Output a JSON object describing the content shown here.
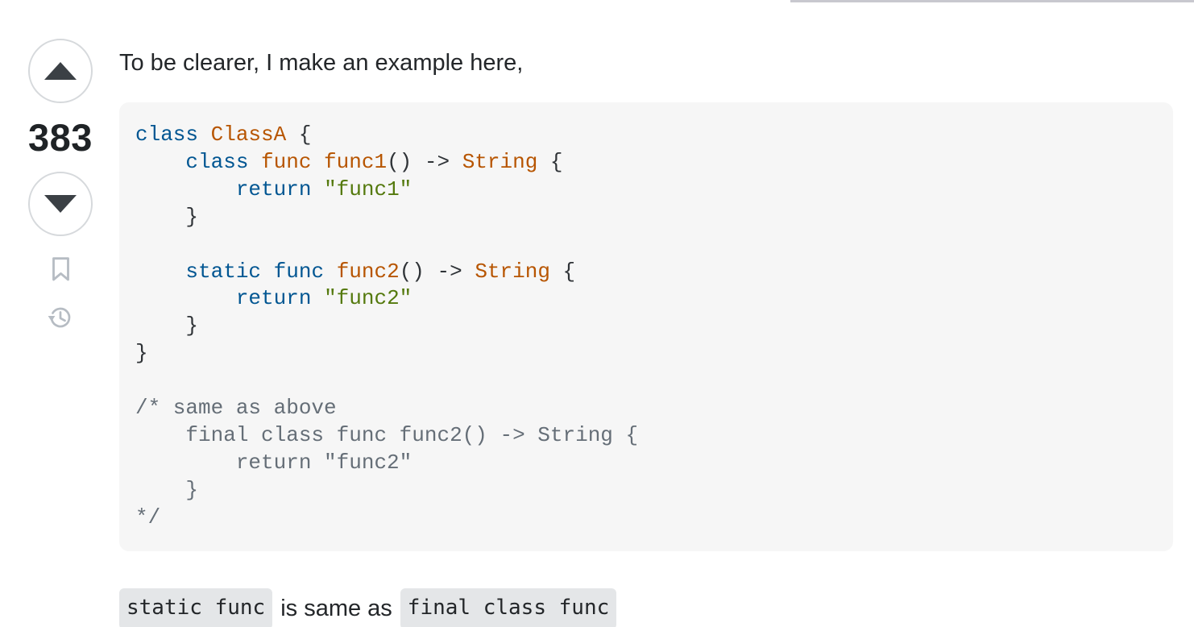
{
  "vote": {
    "count": "383"
  },
  "answer": {
    "intro": "To be clearer, I make an example here,",
    "footer": {
      "code1": "static func",
      "middle": "is same as",
      "code2": "final class func"
    }
  },
  "code_colors": {
    "kw": "#015692",
    "ti": "#b75501",
    "st": "#54790d",
    "cm": "#656e77",
    "pl": "#2f3337"
  },
  "code_lines": [
    [
      {
        "t": "kw",
        "s": "class"
      },
      {
        "t": "pl",
        "s": " "
      },
      {
        "t": "ti",
        "s": "ClassA"
      },
      {
        "t": "pl",
        "s": " {"
      }
    ],
    [
      {
        "t": "pl",
        "s": "    "
      },
      {
        "t": "kw",
        "s": "class"
      },
      {
        "t": "pl",
        "s": " "
      },
      {
        "t": "ti",
        "s": "func func1"
      },
      {
        "t": "pl",
        "s": "() -> "
      },
      {
        "t": "ti",
        "s": "String"
      },
      {
        "t": "pl",
        "s": " {"
      }
    ],
    [
      {
        "t": "pl",
        "s": "        "
      },
      {
        "t": "kw",
        "s": "return"
      },
      {
        "t": "pl",
        "s": " "
      },
      {
        "t": "st",
        "s": "\"func1\""
      }
    ],
    [
      {
        "t": "pl",
        "s": "    }"
      }
    ],
    [],
    [
      {
        "t": "pl",
        "s": "    "
      },
      {
        "t": "kw",
        "s": "static"
      },
      {
        "t": "pl",
        "s": " "
      },
      {
        "t": "kw",
        "s": "func"
      },
      {
        "t": "pl",
        "s": " "
      },
      {
        "t": "ti",
        "s": "func2"
      },
      {
        "t": "pl",
        "s": "() -> "
      },
      {
        "t": "ti",
        "s": "String"
      },
      {
        "t": "pl",
        "s": " {"
      }
    ],
    [
      {
        "t": "pl",
        "s": "        "
      },
      {
        "t": "kw",
        "s": "return"
      },
      {
        "t": "pl",
        "s": " "
      },
      {
        "t": "st",
        "s": "\"func2\""
      }
    ],
    [
      {
        "t": "pl",
        "s": "    }"
      }
    ],
    [
      {
        "t": "pl",
        "s": "}"
      }
    ],
    [],
    [
      {
        "t": "cm",
        "s": "/* same as above"
      }
    ],
    [
      {
        "t": "cm",
        "s": "    final class func func2() -> String {"
      }
    ],
    [
      {
        "t": "cm",
        "s": "        return \"func2\""
      }
    ],
    [
      {
        "t": "cm",
        "s": "    }"
      }
    ],
    [
      {
        "t": "cm",
        "s": "*/"
      }
    ]
  ],
  "icons": {
    "upvote": "up-arrow-icon",
    "downvote": "down-arrow-icon",
    "bookmark": "bookmark-icon",
    "history": "history-icon"
  },
  "colors": {
    "code_background": "#f6f6f6",
    "inline_code_background": "#e4e6e8",
    "text": "#232629",
    "vote_arrow": "#3b4045",
    "vote_circle_border": "#d6d9dc",
    "icon_gray": "#b6bcc3",
    "top_divider": "#c8c8cf",
    "keyword": "#015692",
    "title": "#b75501",
    "string": "#54790d",
    "comment": "#656e77"
  }
}
